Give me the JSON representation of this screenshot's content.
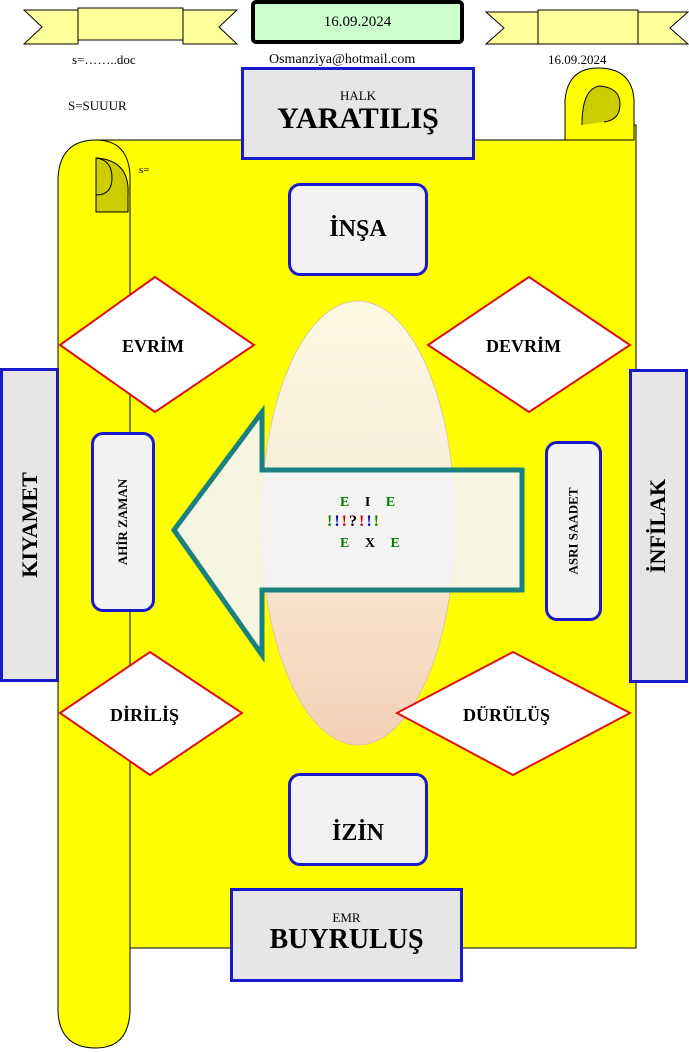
{
  "header": {
    "date_box": "16.09.2024",
    "email": "Osmanziya@hotmail.com",
    "date_right": "16.09.2024",
    "s_doc": "s=……..doc",
    "s_suuur": "S=SUUUR",
    "s_small": "s="
  },
  "top_box": {
    "small": "HALK",
    "title": "YARATILIŞ"
  },
  "bottom_box": {
    "small": "EMR",
    "title": "BUYRULUŞ"
  },
  "insa": "İNŞA",
  "izin": "İZİN",
  "diamonds": {
    "evrim": "EVRİM",
    "devrim": "DEVRİM",
    "dirilis": "DİRİLİŞ",
    "durulus": "DÜRÜLÜŞ"
  },
  "side": {
    "left_outer": "KIYAMET",
    "left_inner": "AHİR ZAMAN",
    "right_outer": "İNFİLAK",
    "right_inner": "ASRI SAADET"
  },
  "center": {
    "row1": [
      "E",
      "I",
      "E"
    ],
    "row2": [
      "!",
      "!",
      "!",
      "?",
      "!",
      "!",
      "!"
    ],
    "row3": [
      "E",
      "X",
      "E"
    ]
  },
  "colors": {
    "scroll": "#ffff00",
    "blue_border": "#1a1acc",
    "red_border": "#dd1111",
    "arrow_border": "#1a8080",
    "green_text": "#008000",
    "blue_text": "#0000cc",
    "red_text": "#cc0000"
  }
}
